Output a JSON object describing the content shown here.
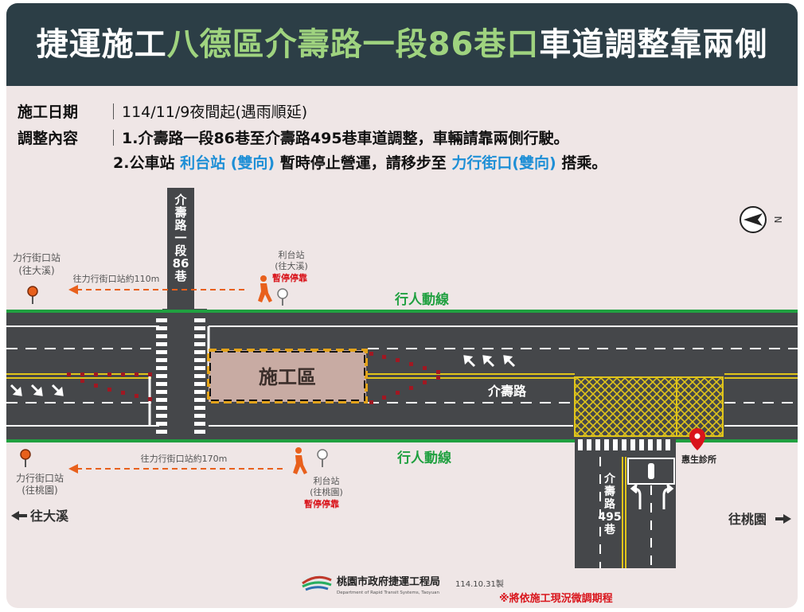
{
  "header": {
    "title_part1": "捷運施工",
    "title_highlight": "八德區介壽路一段86巷口",
    "title_part2": "車道調整靠兩側"
  },
  "info": {
    "date_label": "施工日期",
    "date_value": "114/11/9夜間起(遇雨順延)",
    "content_label": "調整內容",
    "item1": "1.介壽路一段86巷至介壽路495巷車道調整，車輛請靠兩側行駛。",
    "item2_a": "2.公車站",
    "item2_stop1": "利台站 (雙向)",
    "item2_b": "暫時停止營運，請移步至",
    "item2_stop2": "力行街口(雙向)",
    "item2_c": "搭乘。"
  },
  "map": {
    "side_road_north_chars": [
      "介",
      "壽",
      "路",
      "一",
      "段",
      "86",
      "巷"
    ],
    "side_road_south_chars": [
      "介",
      "壽",
      "路",
      "495",
      "巷"
    ],
    "main_road_name": "介壽路",
    "pedestrian_top": "行人動線",
    "pedestrian_bottom": "行人動線",
    "construction_zone": "施工區",
    "compass_label": "N",
    "stop_top_left_name": "力行街口站",
    "stop_top_left_dir": "(往大溪)",
    "stop_top_left_distance": "往力行街口站約110m",
    "stop_top_right_name": "利台站",
    "stop_top_right_dir": "(往大溪)",
    "stop_top_right_status": "暫停停靠",
    "stop_bottom_left_name": "力行街口站",
    "stop_bottom_left_dir": "(往桃園)",
    "stop_bottom_left_distance": "往力行街口站約170m",
    "stop_bottom_right_name": "利台站",
    "stop_bottom_right_dir": "(往桃園)",
    "stop_bottom_right_status": "暫停停靠",
    "clinic": "惠生診所",
    "to_daxi": "往大溪",
    "to_taoyuan": "往桃園"
  },
  "footer": {
    "agency": "桃園市政府捷運工程局",
    "agency_en": "Department of Rapid Transit Systems, Taoyuan",
    "made_date": "114.10.31製",
    "note": "※將依施工現況微調期程"
  },
  "colors": {
    "header_bg": "#2c3e46",
    "title_highlight": "#9fd37f",
    "bus_stop_blue": "#1e8fd6",
    "pedestrian_green": "#20a040",
    "detour_orange": "#e8601c",
    "suspended_red": "#d9141b",
    "road_asphalt": "#45474a",
    "hatch_yellow": "#e0c41a"
  }
}
